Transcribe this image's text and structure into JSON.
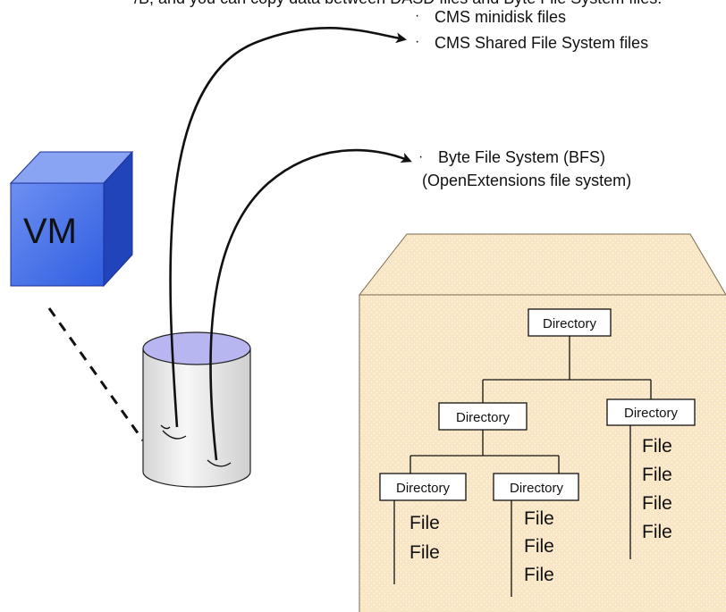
{
  "top_clipped_text": "/B, and you can copy data between DASD files and Byte File System files.",
  "cms_labels": [
    "CMS minidisk files",
    "CMS Shared File System files"
  ],
  "bfs_labels": [
    "Byte File System (BFS)",
    "(OpenExtensions file system)"
  ],
  "bullet": "·",
  "vm_label": "VM",
  "tree": {
    "root": "Directory",
    "mid_left": "Directory",
    "mid_right": "Directory",
    "leaf_left": "Directory",
    "leaf_right": "Directory",
    "files_leaf_left": [
      "File",
      "File"
    ],
    "files_leaf_right": [
      "File",
      "File",
      "File"
    ],
    "files_mid_right": [
      "File",
      "File",
      "File",
      "File"
    ]
  },
  "colors": {
    "cube_front": "#3f6fe6",
    "cube_top": "#7f9df3",
    "cube_side": "#2443b8",
    "cylinder_top": "#b7b6f0",
    "cylinder_body": "#e9e9e9",
    "folder_fill": "#f8e6c4",
    "folder_tab": "#f4d9a8"
  }
}
